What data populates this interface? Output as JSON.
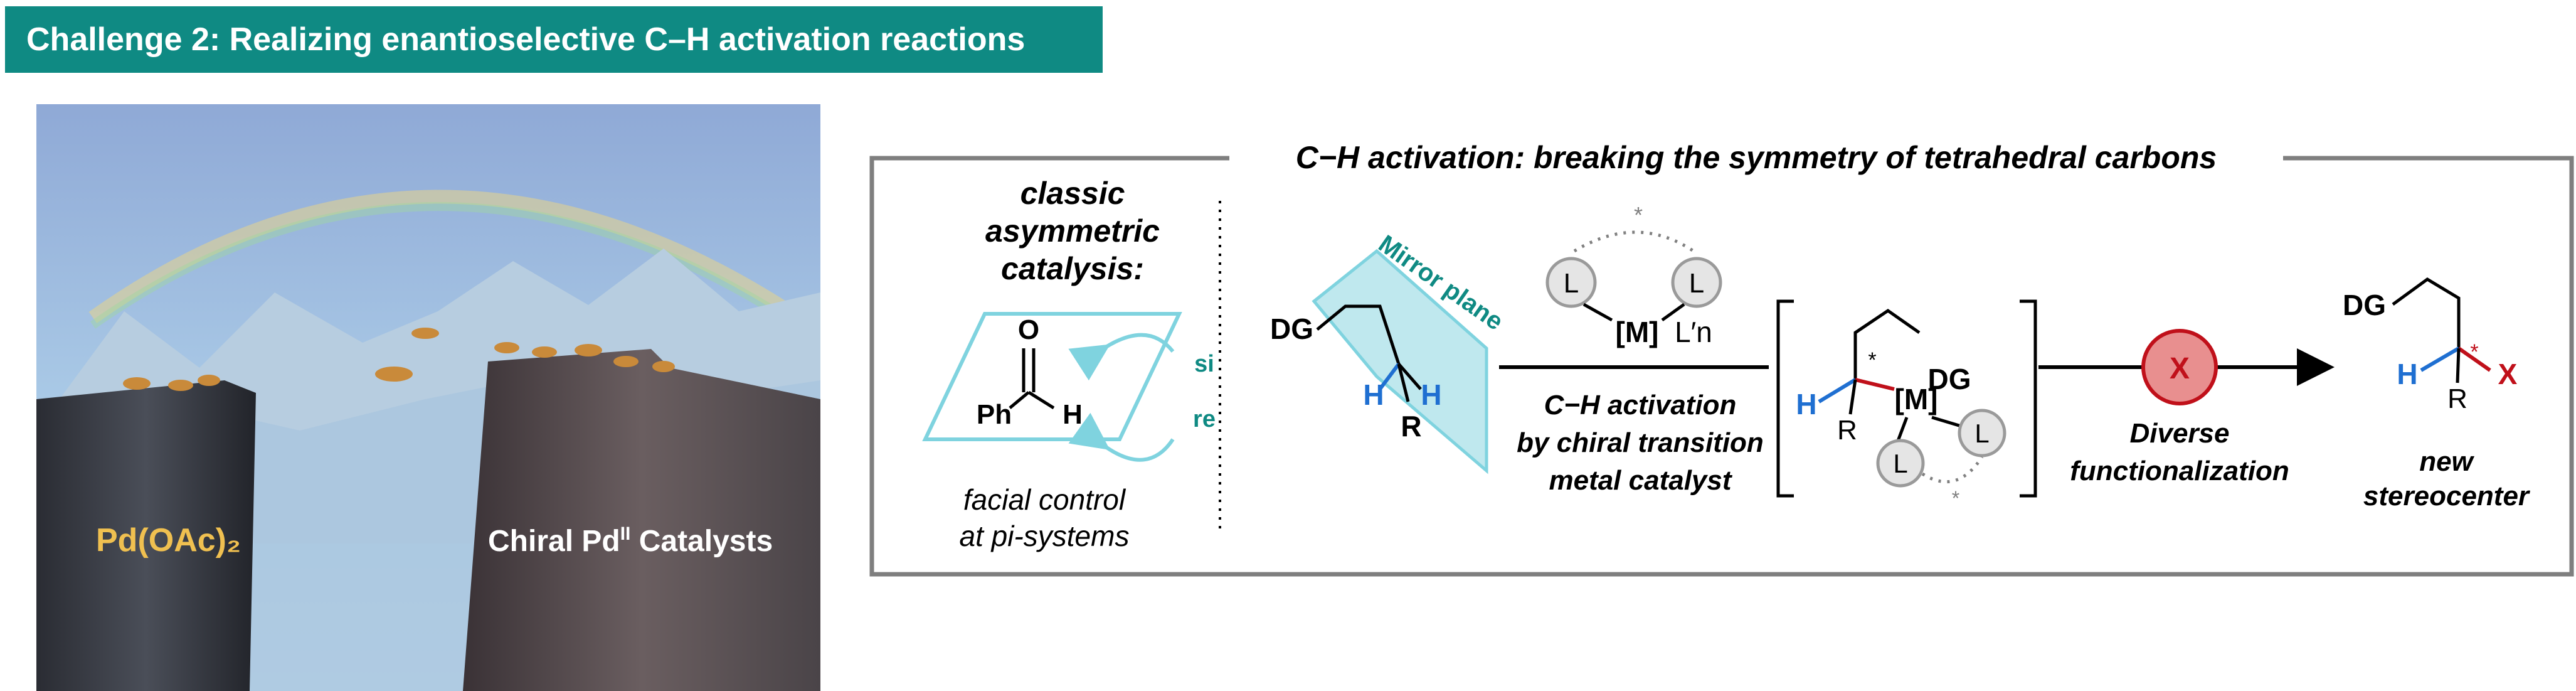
{
  "header": {
    "title": "Challenge 2: Realizing enantioselective C–H activation reactions"
  },
  "photo": {
    "left_label": "Pd(OAc)₂",
    "right_label_main": "Chiral Pd",
    "right_label_sup": "II",
    "right_label_end": " Catalysts"
  },
  "box": {
    "title": "C−H activation: breaking the symmetry of tetrahedral carbons"
  },
  "classic": {
    "title_1": "classic",
    "title_2": "asymmetric",
    "title_3": "catalysis:",
    "ph": "Ph",
    "o": "O",
    "h": "H",
    "si": "si",
    "re": "re",
    "caption_1": "facial control",
    "caption_2": "at pi-systems"
  },
  "substrate": {
    "dg": "DG",
    "mirror_label": "Mirror plane",
    "h_left": "H",
    "h_right": "H",
    "r": "R"
  },
  "catalyst": {
    "l1": "L",
    "l2": "L",
    "m": "[M]",
    "l_prime": "L′n",
    "star": "*"
  },
  "arrow1": {
    "line_1": "C−H activation",
    "line_2": "by chiral transition",
    "line_3": "metal catalyst"
  },
  "intermediate": {
    "star": "*",
    "dg": "DG",
    "h": "H",
    "r": "R",
    "m": "[M]",
    "l1": "L",
    "l2": "L",
    "star2": "*"
  },
  "arrow2": {
    "x": "X",
    "line_1": "Diverse",
    "line_2": "functionalization"
  },
  "product": {
    "dg": "DG",
    "h": "H",
    "r": "R",
    "x": "X",
    "star": "*",
    "caption_1": "new",
    "caption_2": "stereocenter"
  },
  "colors": {
    "teal": "#0f8a83",
    "blue": "#1f6fd1",
    "red": "#c0101a",
    "gray": "#808080",
    "mirror": "#7fd3df"
  }
}
